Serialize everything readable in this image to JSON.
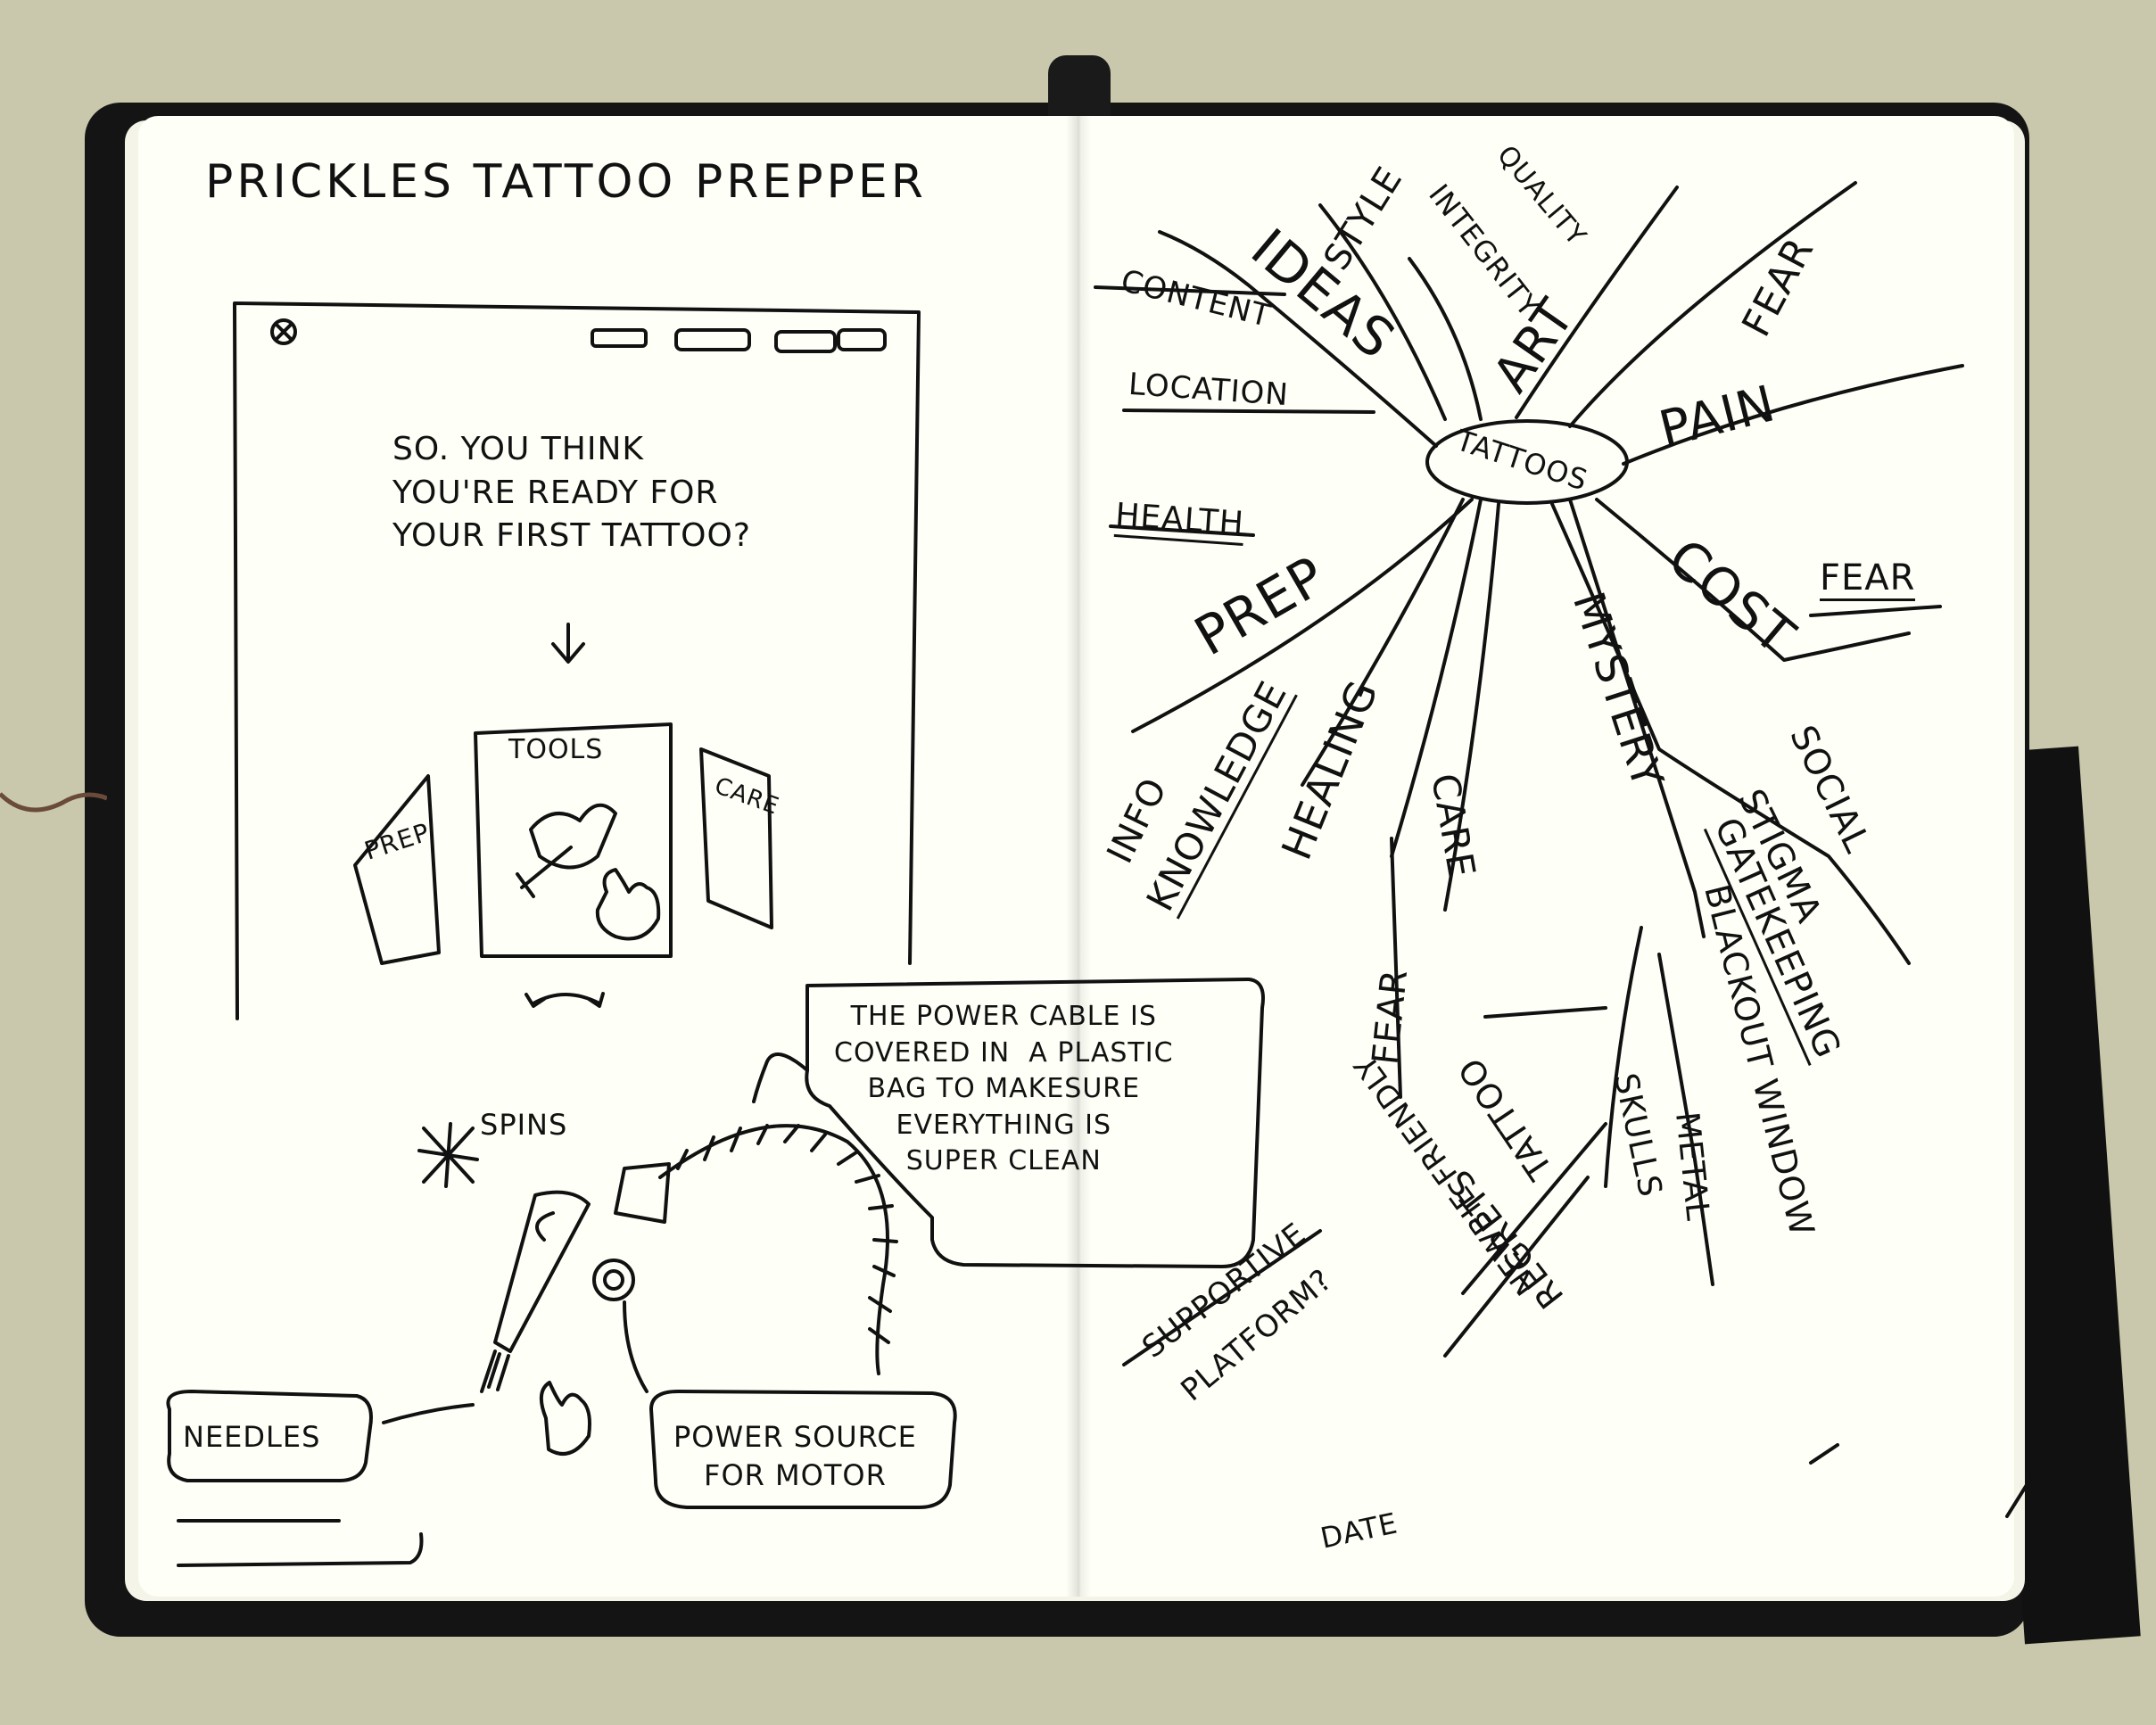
{
  "notebook": {
    "title": "PRICKLES TATTOO PREPPER"
  },
  "wireframe": {
    "headline": "SO. YOU THINK\nYOU'RE READY FOR\nYOUR FIRST TATTOO?",
    "cards": {
      "left": "PREP",
      "center": "TOOLS",
      "right": "CARE"
    }
  },
  "machine_sketch": {
    "spins": "SPINS",
    "callout_cable": "THE POWER CABLE IS\nCOVERED IN  A PLASTIC\nBAG TO MAKESURE\nEVERYTHING IS\nSUPER CLEAN",
    "needles": "NEEDLES",
    "power_source": "POWER SOURCE\nFOR MOTOR"
  },
  "mind_map": {
    "center": "TATTOOS",
    "branches": {
      "ideas": "IDEAS",
      "content": "CONTENT",
      "location": "LOCATION",
      "style": "STYLE",
      "integrity": "INTEGRITY",
      "quality": "QUALITY",
      "art": "ART",
      "fear_top": "FEAR",
      "pain": "PAIN",
      "cost": "COST",
      "fear_right": "FEAR",
      "health": "HEALTH",
      "prep": "PREP",
      "info": "INFO",
      "knowledge": "KNOWLEDGE",
      "healing": "HEALING",
      "care": "CARE",
      "fear_mid": "FEAR",
      "mystery": "MYSTERY",
      "social": "SOCIAL",
      "stigma": "STIGMA",
      "gatekeeping": "GATEKEEPING",
      "blackout_window": "BLACKOUT WINDOW",
      "metal": "METAL",
      "skulls": "SKULLS",
      "tattoo": "TATTOO",
      "newbie_friendly": "NEWBIE FRIENDLY",
      "regrets": "REGRETS",
      "supportive": "SUPPORTIVE",
      "platform": "PLATFORM?",
      "date": "DATE"
    }
  }
}
